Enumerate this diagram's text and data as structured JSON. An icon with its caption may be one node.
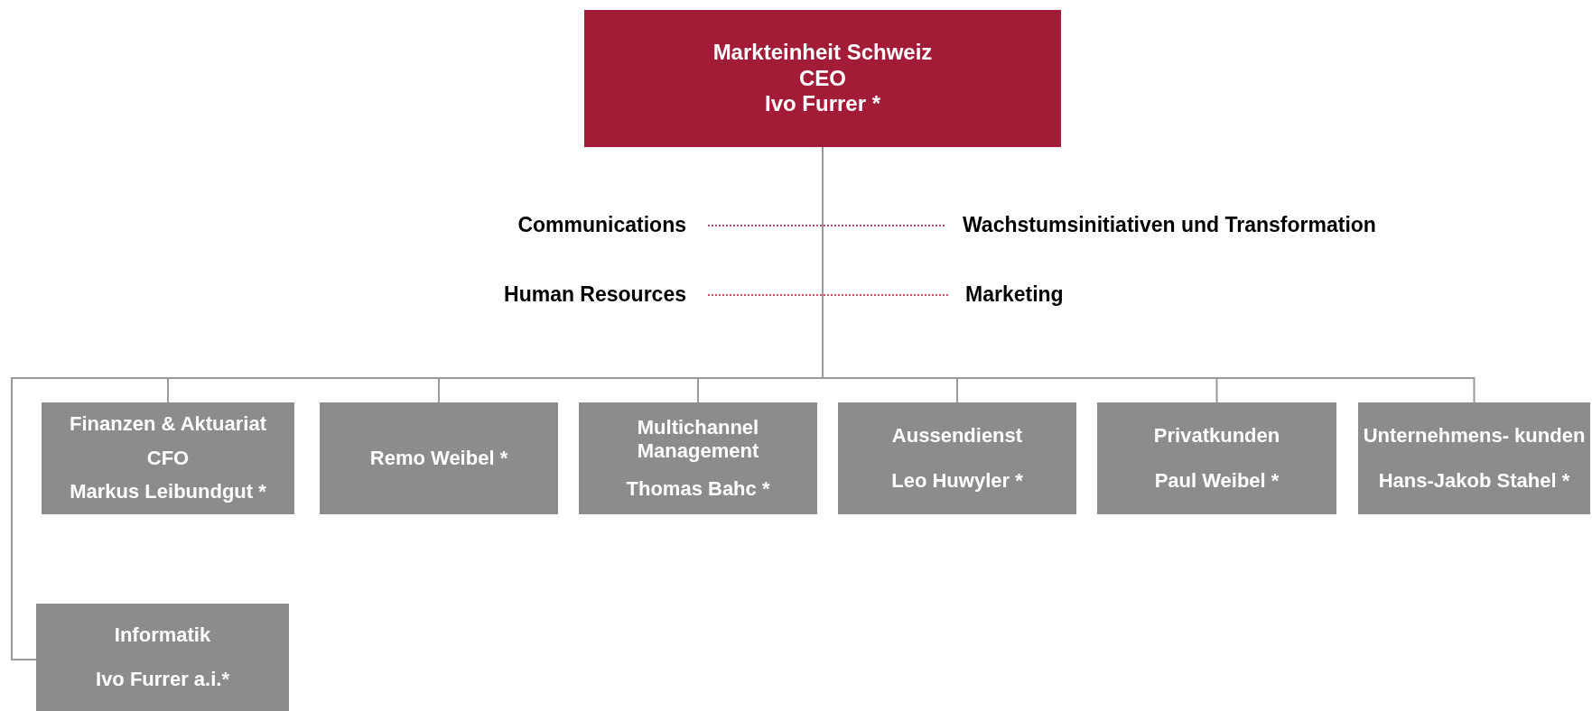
{
  "diagram": {
    "nodes": [
      {
        "text": [
          "Markteinheit Schweiz",
          "CEO",
          "Ivo Furrer *"
        ]
      },
      {
        "text": [
          "Communications"
        ]
      },
      {
        "text": [
          "Wachstumsinitiativen und Transformation"
        ]
      },
      {
        "text": [
          "Human Resources"
        ]
      },
      {
        "text": [
          "Marketing"
        ]
      },
      {
        "text": [
          "Finanzen & Aktuariat",
          "CFO",
          "Markus Leibundgut *"
        ]
      },
      {
        "text": [
          "Remo Weibel *"
        ]
      },
      {
        "text": [
          "Multichannel Management",
          "Thomas Bahc *"
        ]
      },
      {
        "text": [
          "Aussendienst",
          "Leo Huwyler *"
        ]
      },
      {
        "text": [
          "Privatkunden",
          "Paul Weibel *"
        ]
      },
      {
        "text": [
          "Unternehmens- kunden",
          "Hans-Jakob Stahel *"
        ]
      },
      {
        "text": [
          "Informatik",
          "Ivo Furrer a.i.*"
        ]
      }
    ],
    "edges": [
      {
        "from": 1,
        "to": 2,
        "arrow": "none",
        "style": "dashed",
        "color": "#a31c37"
      },
      {
        "from": 3,
        "to": 4,
        "arrow": "none",
        "style": "dashed",
        "color": "#a31c37"
      },
      {
        "from": 0,
        "to": 5,
        "arrow": "none"
      },
      {
        "from": 0,
        "to": 6,
        "arrow": "none"
      },
      {
        "from": 0,
        "to": 7,
        "arrow": "none"
      },
      {
        "from": 0,
        "to": 8,
        "arrow": "none"
      },
      {
        "from": 0,
        "to": 9,
        "arrow": "none"
      },
      {
        "from": 0,
        "to": 10,
        "arrow": "none"
      },
      {
        "from": 0,
        "to": 11,
        "arrow": "none"
      }
    ]
  }
}
